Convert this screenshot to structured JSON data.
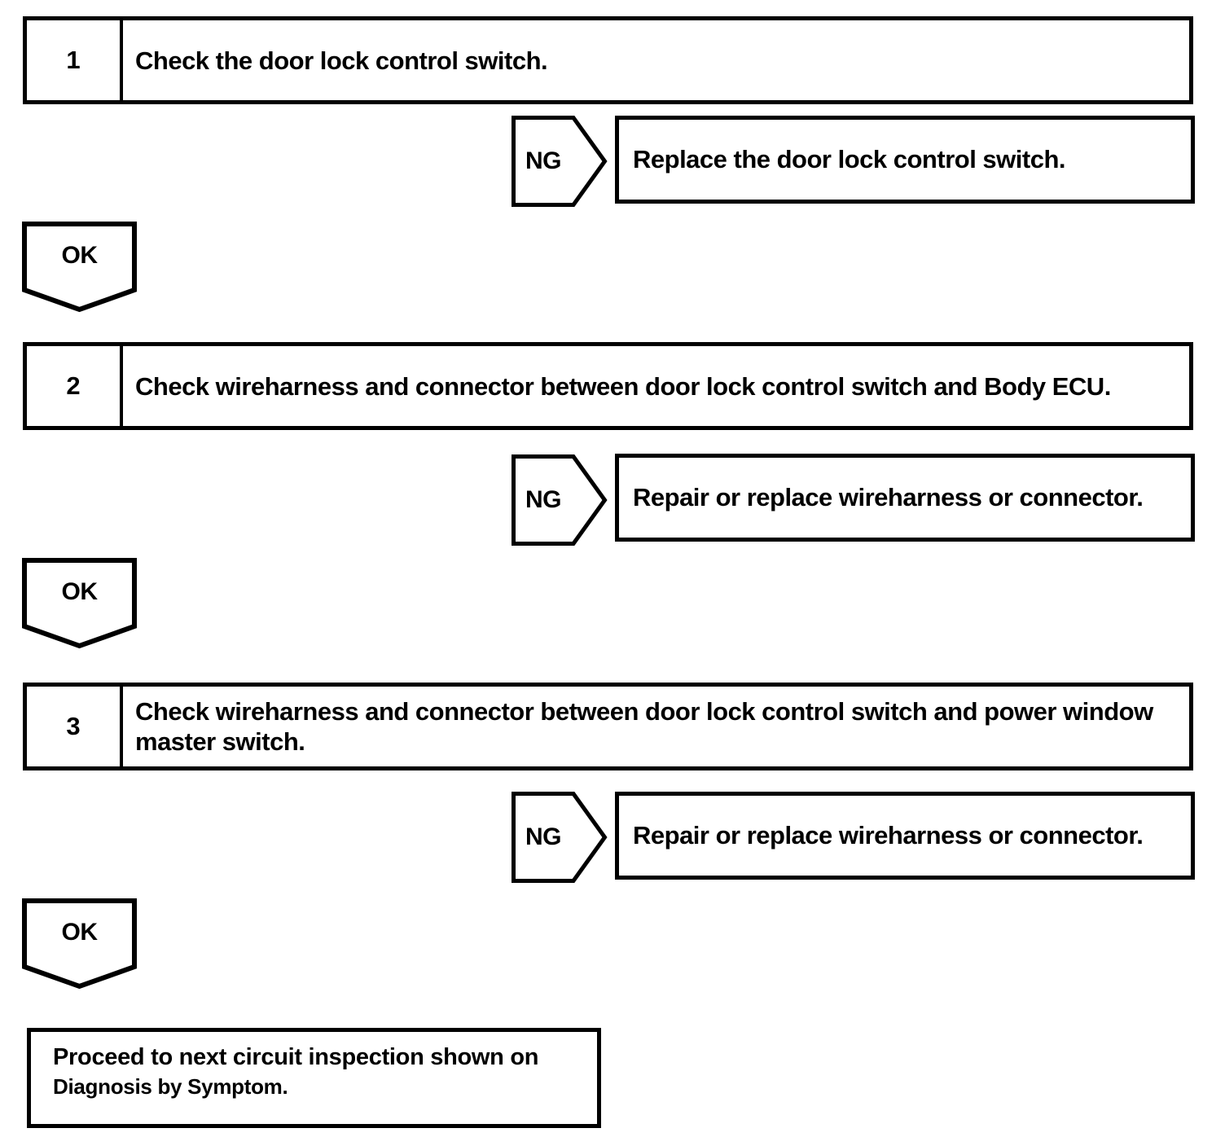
{
  "colors": {
    "ink": "#000000",
    "paper": "#ffffff"
  },
  "steps": [
    {
      "number": "1",
      "instruction": "Check the door lock control switch.",
      "ng_label": "NG",
      "ng_action": "Replace the door lock control switch.",
      "ok_label": "OK"
    },
    {
      "number": "2",
      "instruction": "Check wireharness and connector between door lock control switch and Body ECU.",
      "ng_label": "NG",
      "ng_action": "Repair or replace wireharness or connector.",
      "ok_label": "OK"
    },
    {
      "number": "3",
      "instruction": "Check wireharness and connector between door lock control switch and power window master switch.",
      "ng_label": "NG",
      "ng_action": "Repair or replace wireharness or connector.",
      "ok_label": "OK"
    }
  ],
  "final": {
    "line1": "Proceed to next circuit inspection shown on",
    "line2": "Diagnosis by Symptom."
  }
}
